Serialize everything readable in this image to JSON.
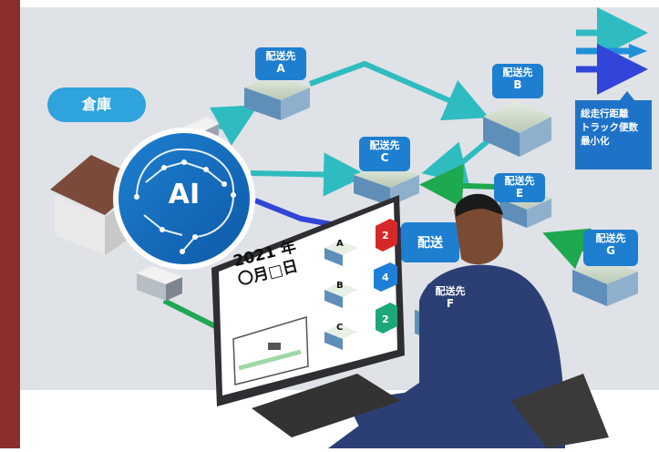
{
  "scene": {
    "warehouse_label": "倉庫",
    "destinations": [
      {
        "id": "A",
        "line1": "配送先",
        "line2": "A"
      },
      {
        "id": "B",
        "line1": "配送先",
        "line2": "B"
      },
      {
        "id": "C",
        "line1": "配送先",
        "line2": "C"
      },
      {
        "id": "E",
        "line1": "配送先",
        "line2": "E"
      },
      {
        "id": "F",
        "line1": "配送先",
        "line2": "F"
      },
      {
        "id": "G",
        "line1": "配送先",
        "line2": "G"
      }
    ],
    "partial_label": "配送",
    "legend": {
      "lines": [
        "総走行距離",
        "トラック便数",
        "最小化"
      ],
      "arrow_colors": [
        "#2fbcc0",
        "#1f8fd8",
        "#3145d8"
      ]
    },
    "ai_badge": "AI",
    "monitor": {
      "date_line1": "2021 年",
      "date_line2": "〇月□日",
      "packages": [
        {
          "letter": "A",
          "count": "2",
          "color": "#d62828"
        },
        {
          "letter": "B",
          "count": "4",
          "color": "#1f7fd8"
        },
        {
          "letter": "C",
          "count": "2",
          "color": "#1ea77a"
        }
      ]
    },
    "colors": {
      "background": "#dfe2e7",
      "route_teal": "#2fbcc0",
      "route_green": "#1ea84f",
      "route_blue": "#3145d8",
      "frame_left": "#8b2e2e",
      "suit": "#2c3f75"
    }
  }
}
